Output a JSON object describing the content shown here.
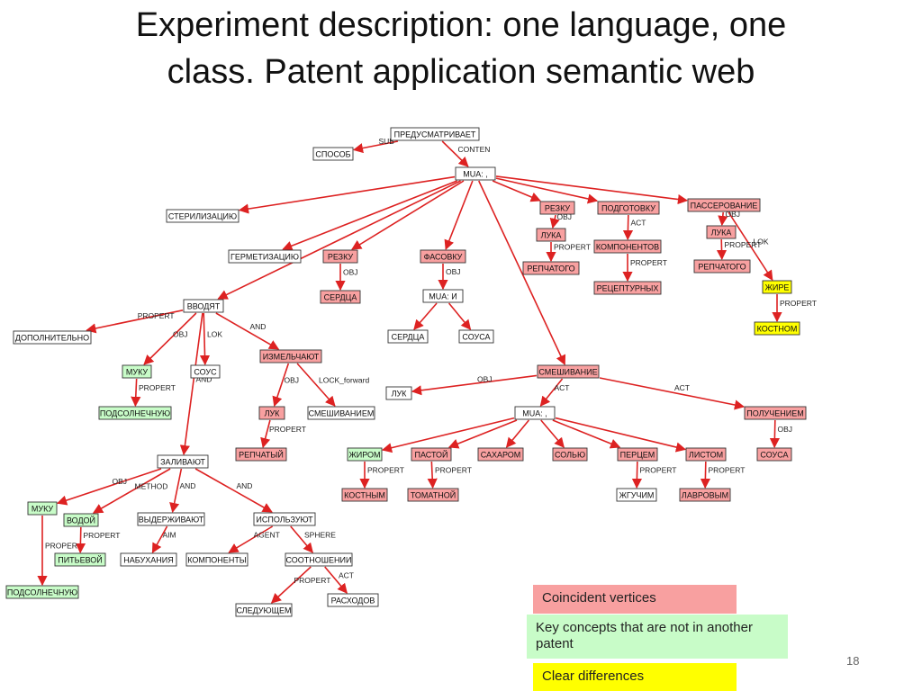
{
  "slide": {
    "title_line1": "Experiment description: one language, one",
    "title_line2": "class. Patent application semantic web",
    "page_number": "18"
  },
  "colors": {
    "coincident": "#f8a0a0",
    "key": "#c8fcc8",
    "diff": "#ffff00",
    "edge": "#dd2222",
    "plain": "#ffffff"
  },
  "legend": {
    "coincident": "Coincident vertices",
    "key": "Key concepts that are not in another patent",
    "diff": "Clear differences"
  },
  "nodes": [
    {
      "id": "predusm",
      "label": "ПРЕДУСМАТРИВАЕТ",
      "kind": "plain"
    },
    {
      "id": "sposob",
      "label": "СПОСОБ",
      "kind": "plain"
    },
    {
      "id": "mua1",
      "label": "MUA: ,",
      "kind": "plain"
    },
    {
      "id": "steril",
      "label": "СТЕРИЛИЗАЦИЮ",
      "kind": "plain"
    },
    {
      "id": "rezku1",
      "label": "РЕЗКУ",
      "kind": "coincident"
    },
    {
      "id": "podgot",
      "label": "ПОДГОТОВКУ",
      "kind": "coincident"
    },
    {
      "id": "passer",
      "label": "ПАССЕРОВАНИЕ",
      "kind": "coincident"
    },
    {
      "id": "luka1",
      "label": "ЛУКА",
      "kind": "coincident"
    },
    {
      "id": "kompon1",
      "label": "КОМПОНЕНТОВ",
      "kind": "coincident"
    },
    {
      "id": "luka2",
      "label": "ЛУКА",
      "kind": "coincident"
    },
    {
      "id": "germet",
      "label": "ГЕРМЕТИЗАЦИЮ",
      "kind": "plain"
    },
    {
      "id": "rezku2",
      "label": "РЕЗКУ",
      "kind": "coincident"
    },
    {
      "id": "fasovku",
      "label": "ФАСОВКУ",
      "kind": "coincident"
    },
    {
      "id": "repch1",
      "label": "РЕПЧАТОГО",
      "kind": "coincident"
    },
    {
      "id": "recept",
      "label": "РЕЦЕПТУРНЫХ",
      "kind": "coincident"
    },
    {
      "id": "repch2",
      "label": "РЕПЧАТОГО",
      "kind": "coincident"
    },
    {
      "id": "zhire",
      "label": "ЖИРЕ",
      "kind": "diff"
    },
    {
      "id": "serdca1",
      "label": "СЕРДЦА",
      "kind": "coincident"
    },
    {
      "id": "mua2",
      "label": "MUA: И",
      "kind": "plain"
    },
    {
      "id": "kostnom",
      "label": "КОСТНОМ",
      "kind": "diff"
    },
    {
      "id": "vvodyat",
      "label": "ВВОДЯТ",
      "kind": "plain"
    },
    {
      "id": "dopoln",
      "label": "ДОПОЛНИТЕЛЬНО",
      "kind": "plain"
    },
    {
      "id": "serdca2",
      "label": "СЕРДЦА",
      "kind": "plain"
    },
    {
      "id": "sousa1",
      "label": "СОУСА",
      "kind": "plain"
    },
    {
      "id": "izmelch",
      "label": "ИЗМЕЛЬЧАЮТ",
      "kind": "coincident"
    },
    {
      "id": "muku1",
      "label": "МУКУ",
      "kind": "key"
    },
    {
      "id": "sous",
      "label": "СОУС",
      "kind": "plain"
    },
    {
      "id": "smeshiv",
      "label": "СМЕШИВАНИЕ",
      "kind": "coincident"
    },
    {
      "id": "luk1",
      "label": "ЛУК",
      "kind": "plain"
    },
    {
      "id": "podsoln1",
      "label": "ПОДСОЛНЕЧНУЮ",
      "kind": "key"
    },
    {
      "id": "luk2",
      "label": "ЛУК",
      "kind": "coincident"
    },
    {
      "id": "smeshivaniem",
      "label": "СМЕШИВАНИЕМ",
      "kind": "plain"
    },
    {
      "id": "mua3",
      "label": "MUA: ,",
      "kind": "plain"
    },
    {
      "id": "poluch",
      "label": "ПОЛУЧЕНИЕМ",
      "kind": "coincident"
    },
    {
      "id": "repchatyi",
      "label": "РЕПЧАТЫЙ",
      "kind": "coincident"
    },
    {
      "id": "zhirom",
      "label": "ЖИРОМ",
      "kind": "key"
    },
    {
      "id": "pastoi",
      "label": "ПАСТОЙ",
      "kind": "coincident"
    },
    {
      "id": "saharom",
      "label": "САХАРОМ",
      "kind": "coincident"
    },
    {
      "id": "solyu",
      "label": "СОЛЬЮ",
      "kind": "coincident"
    },
    {
      "id": "percem",
      "label": "ПЕРЦЕМ",
      "kind": "coincident"
    },
    {
      "id": "listom",
      "label": "ЛИСТОМ",
      "kind": "coincident"
    },
    {
      "id": "sousa2",
      "label": "СОУСА",
      "kind": "coincident"
    },
    {
      "id": "zalivayut",
      "label": "ЗАЛИВАЮТ",
      "kind": "plain"
    },
    {
      "id": "kostnym",
      "label": "КОСТНЫМ",
      "kind": "coincident"
    },
    {
      "id": "tomatnoi",
      "label": "ТОМАТНОЙ",
      "kind": "coincident"
    },
    {
      "id": "zhguchim",
      "label": "ЖГУЧИМ",
      "kind": "plain"
    },
    {
      "id": "lavrovym",
      "label": "ЛАВРОВЫМ",
      "kind": "coincident"
    },
    {
      "id": "muku2",
      "label": "МУКУ",
      "kind": "key"
    },
    {
      "id": "vodoi",
      "label": "ВОДОЙ",
      "kind": "key"
    },
    {
      "id": "vyderzh",
      "label": "ВЫДЕРЖИВАЮТ",
      "kind": "plain"
    },
    {
      "id": "ispolz",
      "label": "ИСПОЛЬЗУЮТ",
      "kind": "plain"
    },
    {
      "id": "pitevoi",
      "label": "ПИТЬЕВОЙ",
      "kind": "key"
    },
    {
      "id": "nabuh",
      "label": "НАБУХАНИЯ",
      "kind": "plain"
    },
    {
      "id": "kompon2",
      "label": "КОМПОНЕНТЫ",
      "kind": "plain"
    },
    {
      "id": "sootn",
      "label": "СООТНОШЕНИИ",
      "kind": "plain"
    },
    {
      "id": "podsoln2",
      "label": "ПОДСОЛНЕЧНУЮ",
      "kind": "key"
    },
    {
      "id": "sled",
      "label": "СЛЕДУЮЩЕМ",
      "kind": "plain"
    },
    {
      "id": "rashod",
      "label": "РАСХОДОВ",
      "kind": "plain"
    }
  ],
  "edges": [
    {
      "from": "predusm",
      "to": "sposob",
      "label": "SUB"
    },
    {
      "from": "predusm",
      "to": "mua1",
      "label": "CONTEN"
    },
    {
      "from": "mua1",
      "to": "steril",
      "label": ""
    },
    {
      "from": "mua1",
      "to": "germet",
      "label": ""
    },
    {
      "from": "mua1",
      "to": "rezku2",
      "label": ""
    },
    {
      "from": "mua1",
      "to": "fasovku",
      "label": ""
    },
    {
      "from": "mua1",
      "to": "rezku1",
      "label": ""
    },
    {
      "from": "mua1",
      "to": "podgot",
      "label": ""
    },
    {
      "from": "mua1",
      "to": "passer",
      "label": ""
    },
    {
      "from": "mua1",
      "to": "smeshiv",
      "label": ""
    },
    {
      "from": "mua1",
      "to": "vvodyat",
      "label": ""
    },
    {
      "from": "rezku1",
      "to": "luka1",
      "label": "OBJ"
    },
    {
      "from": "luka1",
      "to": "repch1",
      "label": "PROPERT"
    },
    {
      "from": "podgot",
      "to": "kompon1",
      "label": "ACT"
    },
    {
      "from": "kompon1",
      "to": "recept",
      "label": "PROPERT"
    },
    {
      "from": "passer",
      "to": "luka2",
      "label": "OBJ"
    },
    {
      "from": "luka2",
      "to": "repch2",
      "label": "PROPERT"
    },
    {
      "from": "passer",
      "to": "zhire",
      "label": "LOK"
    },
    {
      "from": "zhire",
      "to": "kostnom",
      "label": "PROPERT"
    },
    {
      "from": "rezku2",
      "to": "serdca1",
      "label": "OBJ"
    },
    {
      "from": "fasovku",
      "to": "mua2",
      "label": "OBJ"
    },
    {
      "from": "mua2",
      "to": "serdca2",
      "label": ""
    },
    {
      "from": "mua2",
      "to": "sousa1",
      "label": ""
    },
    {
      "from": "vvodyat",
      "to": "dopoln",
      "label": "PROPERT"
    },
    {
      "from": "vvodyat",
      "to": "muku1",
      "label": "OBJ"
    },
    {
      "from": "vvodyat",
      "to": "sous",
      "label": "LOK"
    },
    {
      "from": "vvodyat",
      "to": "izmelch",
      "label": "AND"
    },
    {
      "from": "vvodyat",
      "to": "zalivayut",
      "label": "AND"
    },
    {
      "from": "muku1",
      "to": "podsoln1",
      "label": "PROPERT"
    },
    {
      "from": "izmelch",
      "to": "luk2",
      "label": "OBJ"
    },
    {
      "from": "izmelch",
      "to": "smeshivaniem",
      "label": "LOCK_forward"
    },
    {
      "from": "luk2",
      "to": "repchatyi",
      "label": "PROPERT"
    },
    {
      "from": "smeshiv",
      "to": "luk1",
      "label": "OBJ"
    },
    {
      "from": "smeshiv",
      "to": "mua3",
      "label": "ACT"
    },
    {
      "from": "smeshiv",
      "to": "poluch",
      "label": "ACT"
    },
    {
      "from": "poluch",
      "to": "sousa2",
      "label": "OBJ"
    },
    {
      "from": "mua3",
      "to": "zhirom",
      "label": ""
    },
    {
      "from": "mua3",
      "to": "pastoi",
      "label": ""
    },
    {
      "from": "mua3",
      "to": "saharom",
      "label": ""
    },
    {
      "from": "mua3",
      "to": "solyu",
      "label": ""
    },
    {
      "from": "mua3",
      "to": "percem",
      "label": ""
    },
    {
      "from": "mua3",
      "to": "listom",
      "label": ""
    },
    {
      "from": "zhirom",
      "to": "kostnym",
      "label": "PROPERT"
    },
    {
      "from": "pastoi",
      "to": "tomatnoi",
      "label": "PROPERT"
    },
    {
      "from": "percem",
      "to": "zhguchim",
      "label": "PROPERT"
    },
    {
      "from": "listom",
      "to": "lavrovym",
      "label": "PROPERT"
    },
    {
      "from": "zalivayut",
      "to": "muku2",
      "label": "OBJ"
    },
    {
      "from": "zalivayut",
      "to": "vodoi",
      "label": "METHOD"
    },
    {
      "from": "zalivayut",
      "to": "vyderzh",
      "label": "AND"
    },
    {
      "from": "zalivayut",
      "to": "ispolz",
      "label": "AND"
    },
    {
      "from": "muku2",
      "to": "podsoln2",
      "label": "PROPER"
    },
    {
      "from": "vodoi",
      "to": "pitevoi",
      "label": "PROPERT"
    },
    {
      "from": "vyderzh",
      "to": "nabuh",
      "label": "AIM"
    },
    {
      "from": "ispolz",
      "to": "kompon2",
      "label": "AGENT"
    },
    {
      "from": "ispolz",
      "to": "sootn",
      "label": "SPHERE"
    },
    {
      "from": "sootn",
      "to": "sled",
      "label": "PROPERT"
    },
    {
      "from": "sootn",
      "to": "rashod",
      "label": "ACT"
    }
  ]
}
